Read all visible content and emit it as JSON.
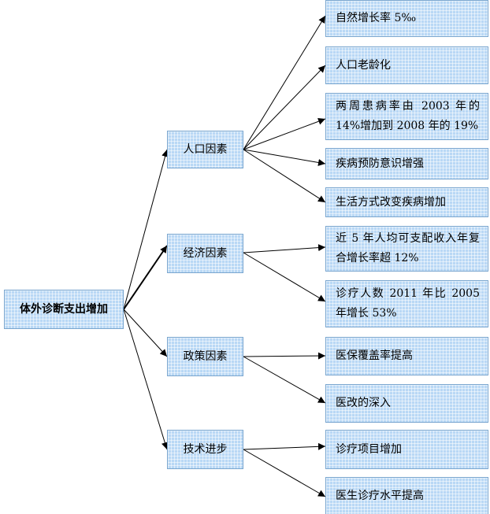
{
  "root": {
    "label": "体外诊断支出增加"
  },
  "categories": [
    {
      "label": "人口因素"
    },
    {
      "label": "经济因素"
    },
    {
      "label": "政策因素"
    },
    {
      "label": "技术进步"
    }
  ],
  "factors": [
    {
      "label": "自然增长率 5‰"
    },
    {
      "label": "人口老龄化"
    },
    {
      "label": "两周患病率由 2003 年的 14%增加到 2008 年的 19%"
    },
    {
      "label": "疾病预防意识增强"
    },
    {
      "label": "生活方式改变疾病增加"
    },
    {
      "label": "近 5 年人均可支配收入年复合增长率超 12%"
    },
    {
      "label": "诊疗人数 2011 年比 2005 年增长 53%"
    },
    {
      "label": "医保覆盖率提高"
    },
    {
      "label": "医改的深入"
    },
    {
      "label": "诊疗项目增加"
    },
    {
      "label": "医生诊疗水平提高"
    }
  ],
  "colors": {
    "box_fill": "#b9d8f5",
    "box_border": "#7aa6cf",
    "connector": "#000000"
  }
}
